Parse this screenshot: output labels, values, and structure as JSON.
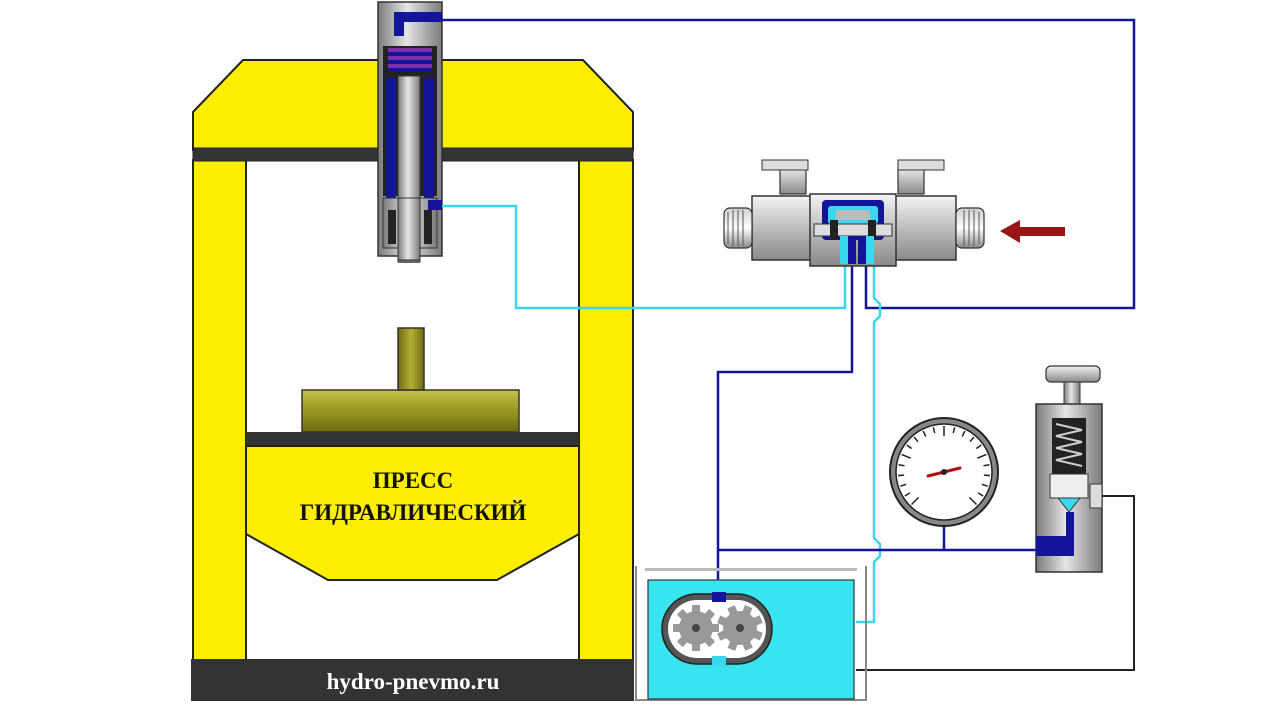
{
  "press": {
    "title_line1": "ПРЕСС",
    "title_line2": "ГИДРАВЛИЧЕСКИЙ",
    "website": "hydro-pnevmo.ru"
  },
  "colors": {
    "frame": "#fcee00",
    "frame_dark": "#333333",
    "pressure_line": "#14149a",
    "return_line": "#39d8ee",
    "tank_fluid": "#38e4f0",
    "workpiece": "#99961f",
    "indicator_arrow": "#9a1414"
  },
  "icons": {
    "valve_direction": "arrow-left-icon",
    "gauge": "pressure-gauge-icon",
    "pump": "gear-pump-icon"
  }
}
